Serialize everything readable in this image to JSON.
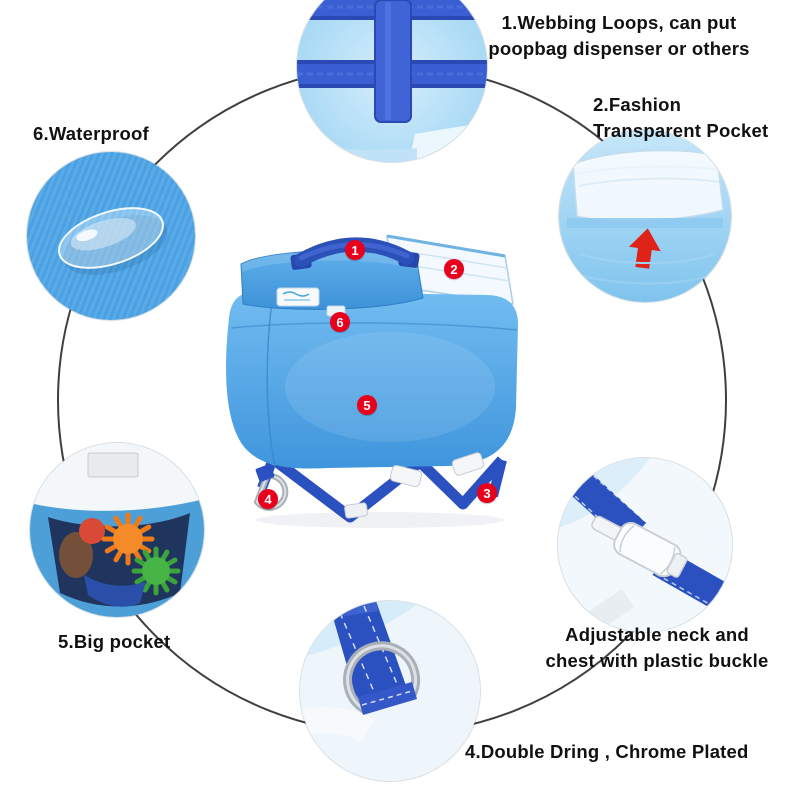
{
  "features": {
    "webbing": {
      "line1": "1.Webbing Loops, can put",
      "line2": "poopbag dispenser or others"
    },
    "transparent_pocket": {
      "line1": "2.Fashion",
      "line2": "Transparent Pocket"
    },
    "waterproof": {
      "label": "6.Waterproof"
    },
    "big_pocket": {
      "label": "5.Big pocket"
    },
    "buckle": {
      "line1": "Adjustable neck and",
      "line2": "chest with plastic buckle"
    },
    "dring": {
      "label": "4.Double Dring , Chrome Plated"
    }
  },
  "markers": [
    "1",
    "2",
    "3",
    "4",
    "5",
    "6"
  ],
  "colors": {
    "backpack_blue": "#4aa3e6",
    "strap_blue": "#2b50c0",
    "marker_red": "#e8001c",
    "ring_outline": "#3f3f3f",
    "text": "#111111"
  }
}
